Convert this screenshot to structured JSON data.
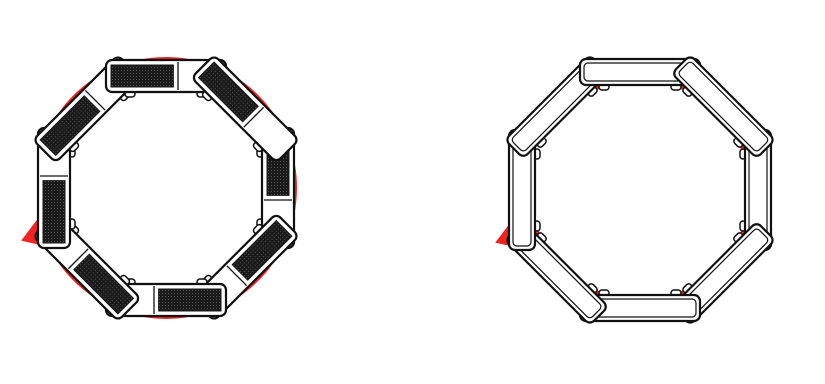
{
  "colors": {
    "ring": "#ee2424",
    "device_outline": "#111111",
    "grille": "#1a1a1a",
    "body_fill": "#ffffff",
    "background": "#ffffff"
  },
  "diagrams": [
    {
      "name": "left-rotation-diagram",
      "device_variant": "with-grille",
      "device_count": 8,
      "orientation_angles_deg": [
        0,
        45,
        90,
        135,
        180,
        225,
        270,
        315
      ],
      "arrow_direction": "counterclockwise",
      "arrowhead_icon": "arrowhead-icon"
    },
    {
      "name": "right-rotation-diagram",
      "device_variant": "plain",
      "device_count": 8,
      "orientation_angles_deg": [
        0,
        45,
        90,
        135,
        180,
        225,
        270,
        315
      ],
      "arrow_direction": "counterclockwise",
      "arrowhead_icon": "arrowhead-icon"
    }
  ]
}
